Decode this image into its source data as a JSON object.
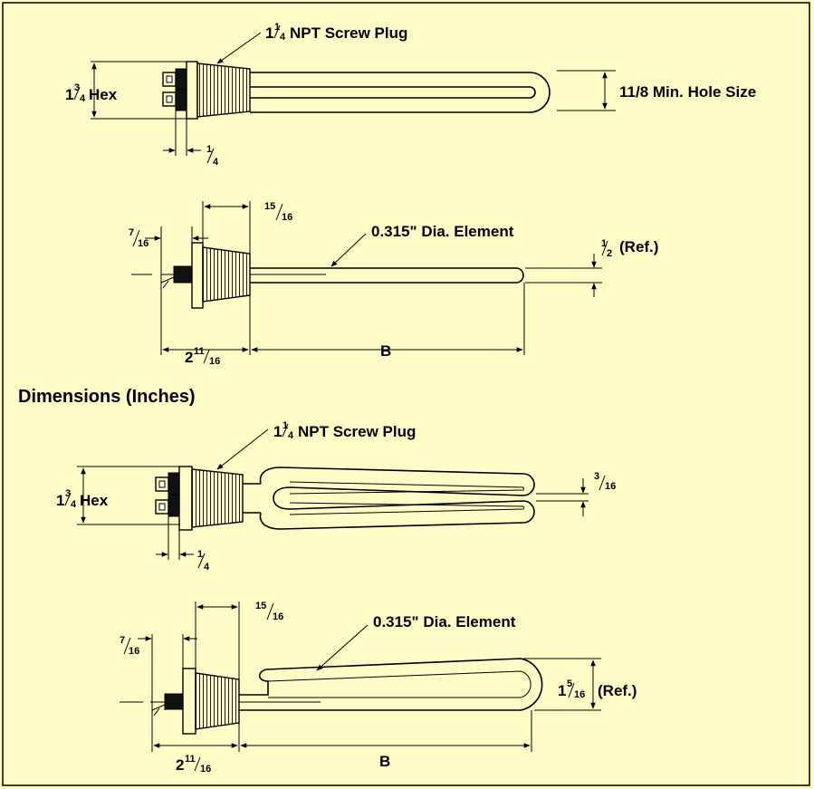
{
  "section_heading": "Dimensions (Inches)",
  "colors": {
    "background": "#fffbc6",
    "ink": "#000000"
  },
  "views": {
    "top_view_1": {
      "screw_plug": "NPT Screw Plug",
      "screw_plug_whole": "1",
      "screw_plug_num": "1",
      "screw_plug_den": "4",
      "hex_whole": "1",
      "hex_num": "3",
      "hex_den": "4",
      "hex_word": "Hex",
      "hole_size": "11/8 Min. Hole Size",
      "terminal_num": "1",
      "terminal_den": "4"
    },
    "side_view_1": {
      "flange_num": "7",
      "flange_den": "16",
      "plug_num": "15",
      "plug_den": "16",
      "element": "0.315\" Dia. Element",
      "ref_num": "1",
      "ref_den": "2",
      "ref_word": "(Ref.)",
      "overall_whole": "2",
      "overall_num": "11",
      "overall_den": "16",
      "length": "B"
    },
    "top_view_2": {
      "screw_plug": "NPT Screw Plug",
      "screw_plug_whole": "1",
      "screw_plug_num": "1",
      "screw_plug_den": "4",
      "hex_whole": "1",
      "hex_num": "3",
      "hex_den": "4",
      "hex_word": "Hex",
      "gap_num": "3",
      "gap_den": "16",
      "terminal_num": "1",
      "terminal_den": "4"
    },
    "side_view_2": {
      "flange_num": "7",
      "flange_den": "16",
      "plug_num": "15",
      "plug_den": "16",
      "element": "0.315\" Dia. Element",
      "ref_whole": "1",
      "ref_num": "5",
      "ref_den": "16",
      "ref_word": "(Ref.)",
      "overall_whole": "2",
      "overall_num": "11",
      "overall_den": "16",
      "length": "B"
    }
  }
}
